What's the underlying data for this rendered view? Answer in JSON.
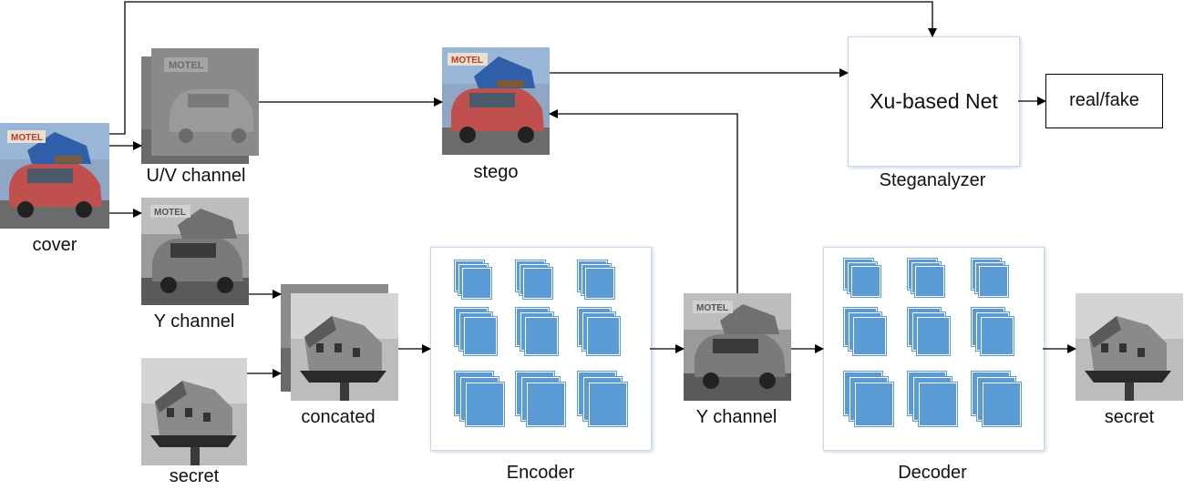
{
  "labels": {
    "cover": "cover",
    "uv_channel": "U/V channel",
    "y_channel_input": "Y channel",
    "secret_input": "secret",
    "concated": "concated",
    "stego": "stego",
    "encoder": "Encoder",
    "y_channel_output": "Y channel",
    "decoder": "Decoder",
    "secret_output": "secret",
    "steganalyzer": "Steganalyzer",
    "steganalyzer_net": "Xu-based Net",
    "real_fake": "real/fake",
    "motel_sign": "MOTEL"
  },
  "colors": {
    "feature_map": "#5b9bd5",
    "box_border": "#c9d9ea",
    "arrow": "#000000",
    "car_red": "#c0504d",
    "sky_blue": "#7fa8d8"
  }
}
